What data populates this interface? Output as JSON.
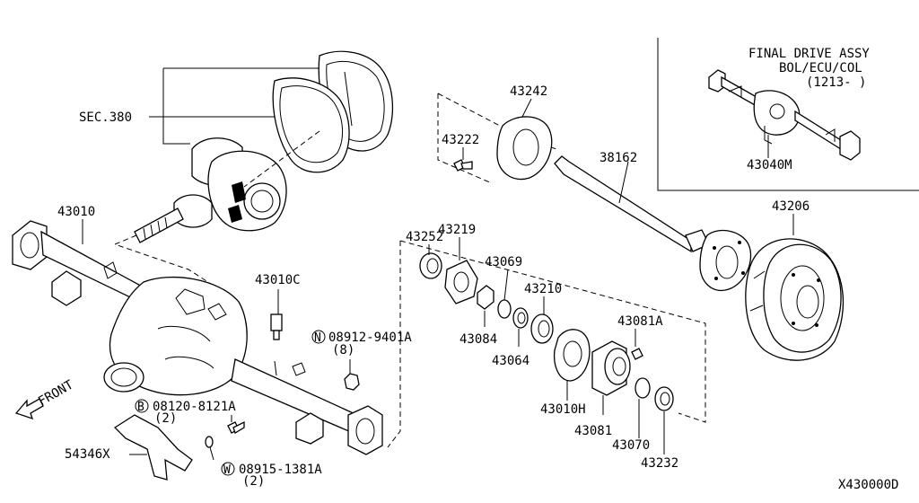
{
  "inset": {
    "title": "FINAL DRIVE ASSY",
    "subtitle": "BOL/ECU/COL",
    "date_range": "(1213-    )",
    "part": "43040M"
  },
  "parts": {
    "sec380": "SEC.380",
    "p43010": "43010",
    "p43010C": "43010C",
    "p43242": "43242",
    "p43222": "43222",
    "p38162": "38162",
    "p43206": "43206",
    "p43252": "43252",
    "p43219": "43219",
    "p43069": "43069",
    "p43210": "43210",
    "p43084": "43084",
    "p43064": "43064",
    "p43081A": "43081A",
    "p43010H": "43010H",
    "p43081": "43081",
    "p43070": "43070",
    "p43232": "43232",
    "p54346X": "54346X",
    "nut_prefix": "N",
    "nut_part": "08912-9401A",
    "nut_qty": "(8)",
    "bolt_prefix": "B",
    "bolt_part": "08120-8121A",
    "bolt_qty": "(2)",
    "washer_prefix": "W",
    "washer_part": "08915-1381A",
    "washer_qty": "(2)",
    "front": "FRONT"
  },
  "diagram_code": "X430000D"
}
